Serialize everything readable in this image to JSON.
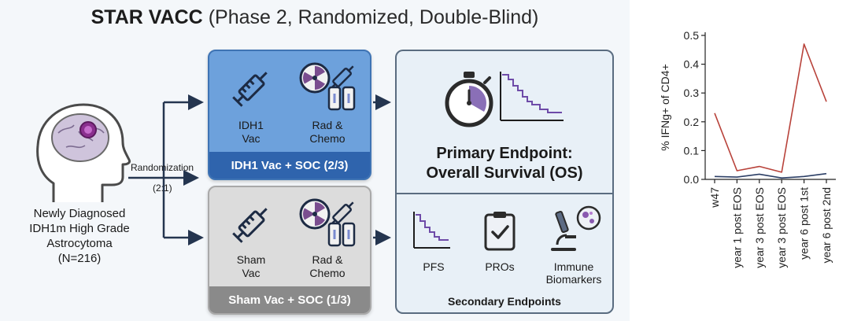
{
  "diagram": {
    "title_bold": "STAR VACC",
    "title_rest": " (Phase 2, Randomized, Double-Blind)",
    "population": [
      "Newly Diagnosed",
      "IDH1m High Grade",
      "Astrocytoma",
      "(N=216)"
    ],
    "randomization": {
      "label": "Randomization",
      "ratio": "(2:1)"
    },
    "arm_top": {
      "left_label": [
        "IDH1",
        "Vac"
      ],
      "right_label": [
        "Rad &",
        "Chemo"
      ],
      "footer": "IDH1 Vac + SOC (2/3)",
      "color": "#6da1dc"
    },
    "arm_bottom": {
      "left_label": [
        "Sham",
        "Vac"
      ],
      "right_label": [
        "Rad &",
        "Chemo"
      ],
      "footer": "Sham Vac + SOC (1/3)",
      "color": "#dcdcdc"
    },
    "primary_endpoint": [
      "Primary Endpoint:",
      "Overall Survival (OS)"
    ],
    "secondary": {
      "items": [
        {
          "label": "PFS",
          "icon": "km-curve-icon"
        },
        {
          "label": "PROs",
          "icon": "clipboard-check-icon"
        },
        {
          "label": [
            "Immune",
            "Biomarkers"
          ],
          "icon": "microscope-icon"
        }
      ],
      "title": "Secondary Endpoints"
    }
  },
  "chart_data": {
    "type": "line",
    "categories": [
      "w47",
      "year 1 post EOS",
      "year 3 post EOS",
      "year 3 post EOS",
      "year 6 post 1st",
      "year 6 post 2nd"
    ],
    "series": [
      {
        "color": "#b8423a",
        "values": [
          0.23,
          0.03,
          0.045,
          0.025,
          0.47,
          0.27
        ]
      },
      {
        "color": "#2c3f66",
        "values": [
          0.01,
          0.008,
          0.018,
          0.005,
          0.01,
          0.02
        ]
      }
    ],
    "ylabel": "% IFNg+ of CD4+",
    "ylim": [
      0.0,
      0.5
    ],
    "yticks": [
      "0.0",
      "0.1",
      "0.2",
      "0.3",
      "0.4",
      "0.5"
    ]
  }
}
